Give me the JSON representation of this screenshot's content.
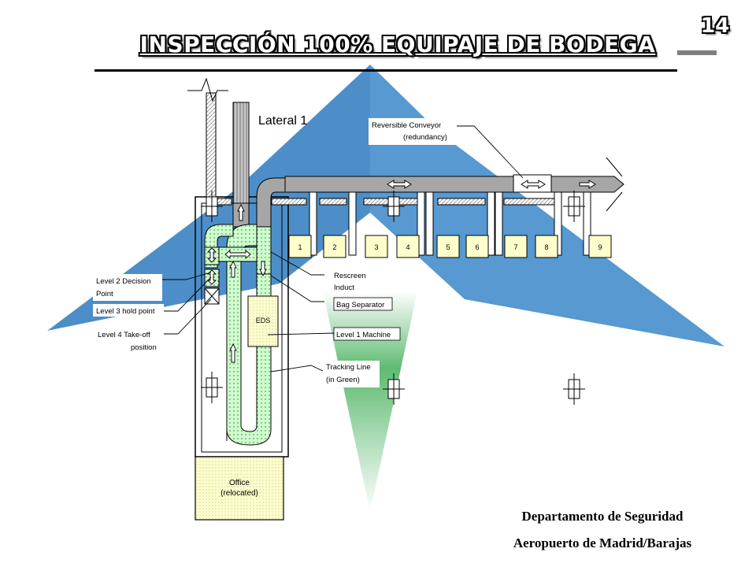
{
  "header": {
    "title": "INSPECCIÓN 100% EQUIPAJE DE BODEGA",
    "page_number": "14"
  },
  "diagram": {
    "lateral_label": "Lateral 1",
    "callouts": {
      "reversible_conveyor_1": "Reversible Conveyor",
      "reversible_conveyor_2": "(redundancy)",
      "rescreen_1": "Rescreen",
      "rescreen_2": "Induct",
      "bag_separator": "Bag Separator",
      "level1_machine": "Level 1 Machine",
      "tracking_line_1": "Tracking Line",
      "tracking_line_2": "(in Green)",
      "level2_decision_1": "Level 2 Decision",
      "level2_decision_2": "Point",
      "level3_hold": "Level 3 hold point",
      "level4_takeoff_1": "Level 4 Take-off",
      "level4_takeoff_2": "position"
    },
    "eds_label": "EDS",
    "office_1": "Office",
    "office_2": "(relocated)",
    "stations": [
      "1",
      "2",
      "3",
      "4",
      "5",
      "6",
      "7",
      "8",
      "9"
    ]
  },
  "footer": {
    "line1": "Departamento de Seguridad",
    "line2": "Aeropuerto de Madrid/Barajas"
  },
  "colors": {
    "logo_blue": "#2f7bbf",
    "logo_green": "#3aa64f",
    "conveyor_gray": "#a6a6a6",
    "station_fill": "#ffffcc",
    "tracking_green": "#ccffcc"
  }
}
